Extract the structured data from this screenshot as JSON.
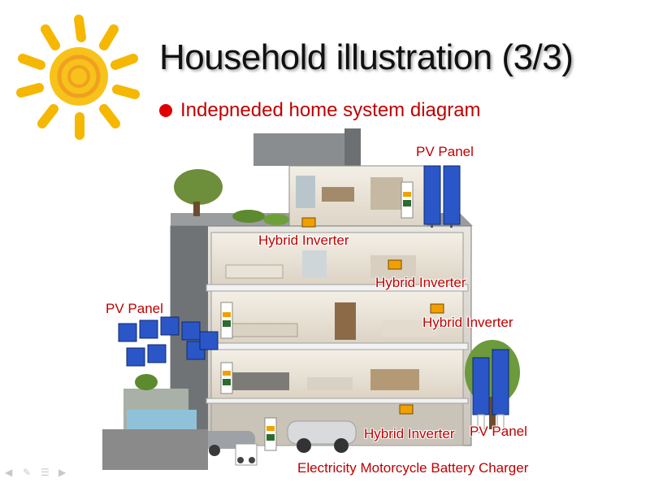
{
  "title": "Household illustration (3/3)",
  "bullet": "Indepneded home system diagram",
  "labels": {
    "pv_panel_top": "PV Panel",
    "hybrid_inverter_1": "Hybrid Inverter",
    "hybrid_inverter_2": "Hybrid Inverter",
    "pv_panel_left": "PV Panel",
    "hybrid_inverter_3": "Hybrid Inverter",
    "hybrid_inverter_4": "Hybrid Inverter",
    "pv_panel_bottom": "PV Panel",
    "charger": "Electricity Motorcycle Battery Charger"
  },
  "colors": {
    "title": "#111111",
    "label": "#c00000",
    "bullet": "#e00000",
    "sun": "#f5b700",
    "panel": "#2a56c8",
    "inverter": "#f0a000"
  },
  "nav_icons": [
    "prev-arrow-icon",
    "pen-icon",
    "menu-icon",
    "next-arrow-icon"
  ]
}
